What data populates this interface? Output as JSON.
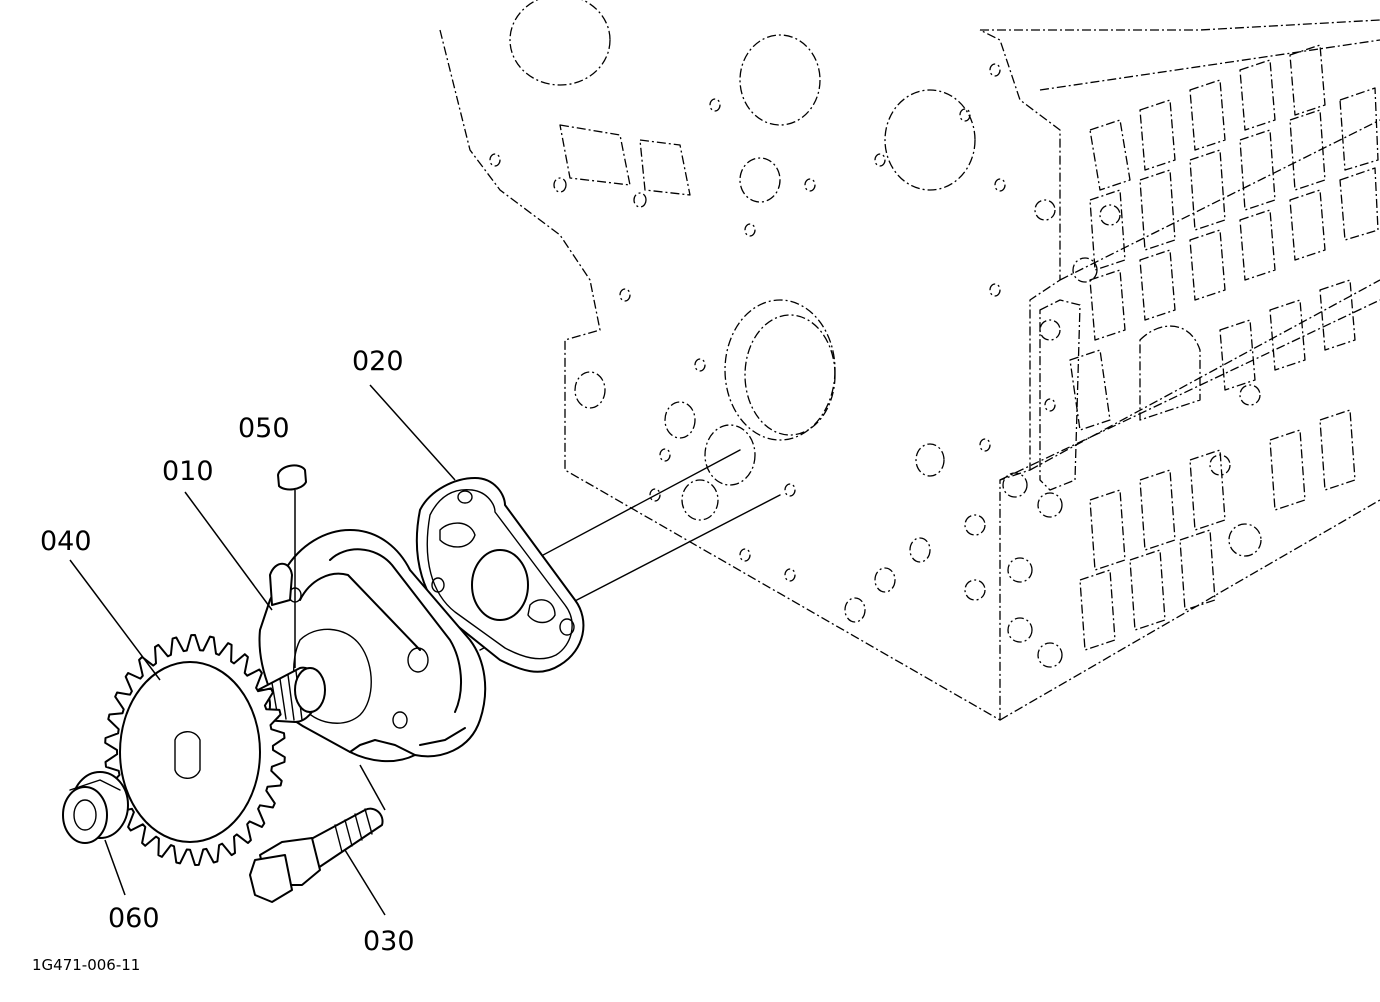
{
  "callouts": {
    "part_010": "010",
    "part_020": "020",
    "part_030": "030",
    "part_040": "040",
    "part_050": "050",
    "part_060": "060"
  },
  "drawing_id": "1G471-006-11",
  "colors": {
    "line": "#000000",
    "background": "#ffffff"
  }
}
